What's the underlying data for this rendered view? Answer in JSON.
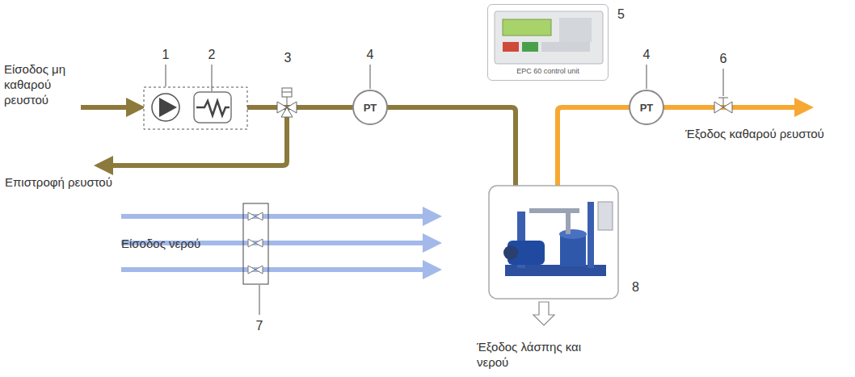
{
  "diagram": {
    "nodes": [
      {
        "text": [
          "PT"
        ]
      },
      {
        "text": [
          "PT"
        ]
      },
      {
        "text": [
          "EPC 60 control unit"
        ]
      }
    ],
    "labels": [
      "Είσοδος μη καθαρού ρευστού",
      "1",
      "2",
      "3",
      "4",
      "5",
      "4",
      "6",
      "Έξοδος καθαρού ρευστού",
      "Επιστροφή ρευστού",
      "Είσοδος νερού",
      "7",
      "8",
      "Έξοδος λάσπης και νερού"
    ]
  }
}
